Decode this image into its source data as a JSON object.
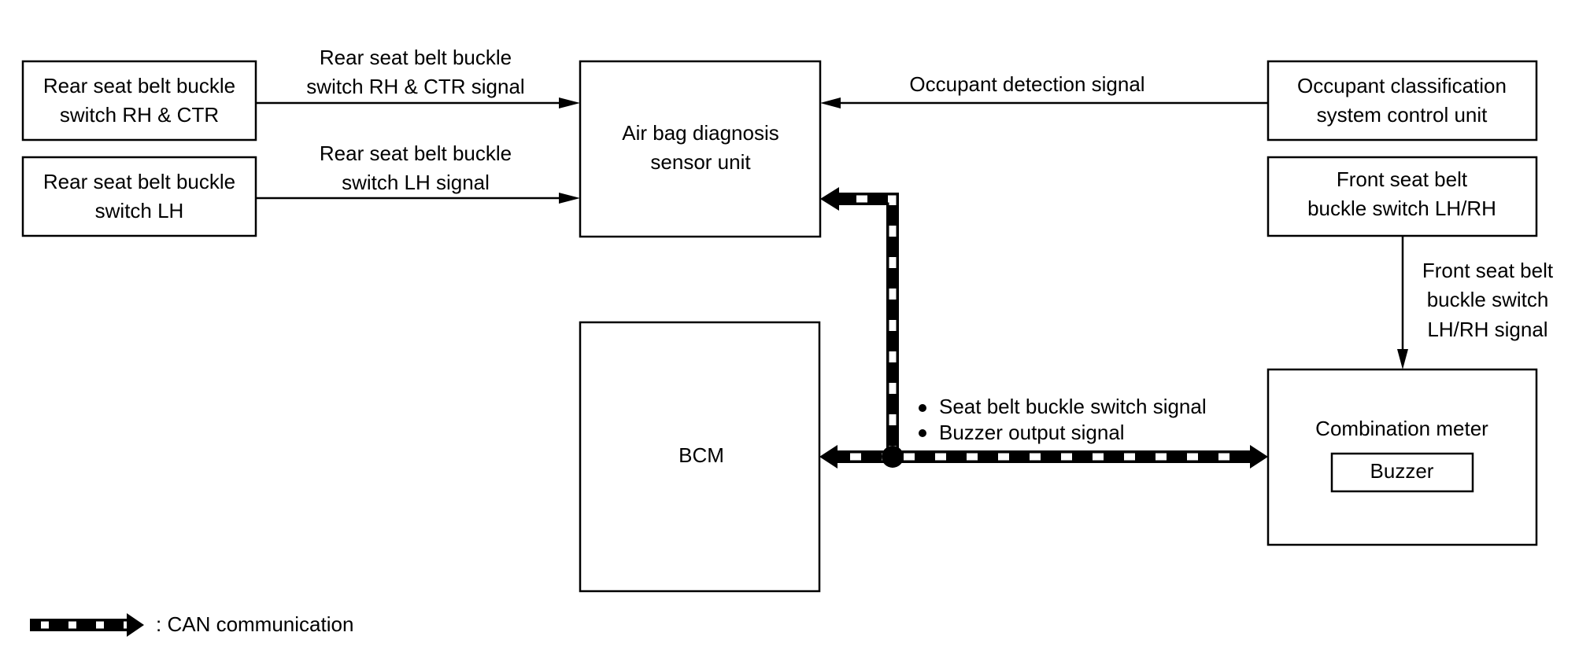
{
  "diagram": {
    "nodes": {
      "rear_rh_ctr": {
        "lines": [
          "Rear seat belt buckle",
          "switch RH & CTR"
        ]
      },
      "rear_lh": {
        "lines": [
          "Rear seat belt buckle",
          "switch LH"
        ]
      },
      "airbag": {
        "lines": [
          "Air bag diagnosis",
          "sensor unit"
        ]
      },
      "occupant_unit": {
        "lines": [
          "Occupant classification",
          "system control unit"
        ]
      },
      "front_switch": {
        "lines": [
          "Front seat belt",
          "buckle switch LH/RH"
        ]
      },
      "bcm": {
        "lines": [
          "BCM"
        ]
      },
      "combination_meter": {
        "lines": [
          "Combination meter"
        ]
      },
      "buzzer": {
        "lines": [
          "Buzzer"
        ]
      }
    },
    "signals": {
      "rear_rh_ctr_signal": {
        "lines": [
          "Rear seat belt buckle",
          "switch RH & CTR signal"
        ],
        "from": "rear_rh_ctr",
        "to": "airbag"
      },
      "rear_lh_signal": {
        "lines": [
          "Rear seat belt buckle",
          "switch LH signal"
        ],
        "from": "rear_lh",
        "to": "airbag"
      },
      "occupant_detection_signal": {
        "lines": [
          "Occupant detection signal"
        ],
        "from": "occupant_unit",
        "to": "airbag"
      },
      "front_switch_signal": {
        "lines": [
          "Front seat belt",
          "buckle switch",
          "LH/RH signal"
        ],
        "from": "front_switch",
        "to": "combination_meter"
      }
    },
    "can_bus": {
      "connects": [
        "airbag",
        "bcm",
        "combination_meter"
      ],
      "messages": [
        "Seat belt buckle switch signal",
        "Buzzer output signal"
      ],
      "bullet": "•"
    },
    "legend": {
      "label": ": CAN communication"
    }
  }
}
